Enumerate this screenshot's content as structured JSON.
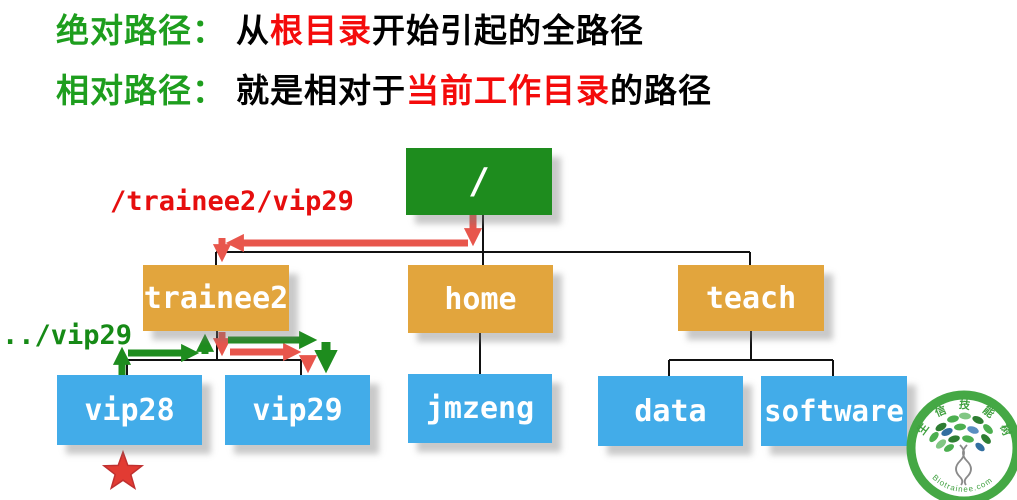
{
  "definitions": [
    {
      "term": "绝对路径：",
      "pre": "从",
      "highlight": "根目录",
      "post": "开始引起的全路径"
    },
    {
      "term": "相对路径：",
      "pre": "就是相对于",
      "highlight": "当前工作目录",
      "post": "的路径"
    }
  ],
  "path_labels": {
    "absolute": "/trainee2/vip29",
    "relative": "../vip29"
  },
  "nodes": {
    "root": "/",
    "trainee2": "trainee2",
    "home": "home",
    "teach": "teach",
    "vip28": "vip28",
    "vip29": "vip29",
    "jmzeng": "jmzeng",
    "data": "data",
    "software": "software"
  },
  "tree": {
    "root": "/",
    "children": [
      {
        "name": "trainee2",
        "children": [
          "vip28",
          "vip29"
        ]
      },
      {
        "name": "home",
        "children": [
          "jmzeng"
        ]
      },
      {
        "name": "teach",
        "children": [
          "data",
          "software"
        ]
      }
    ]
  },
  "watermark": {
    "brand": "生信技能树",
    "site": "Biotrainee.com"
  },
  "colors": {
    "heading_green": "#1E9E1E",
    "heading_red": "#F40B0B",
    "root_box": "#1E8C1E",
    "dir_box": "#E2A53D",
    "leaf_box": "#42ACE9",
    "red_arrow": "#E8564C",
    "green_arrow": "#1E8C1E",
    "star": "#E23B33",
    "logo_ring": "#45A845"
  }
}
